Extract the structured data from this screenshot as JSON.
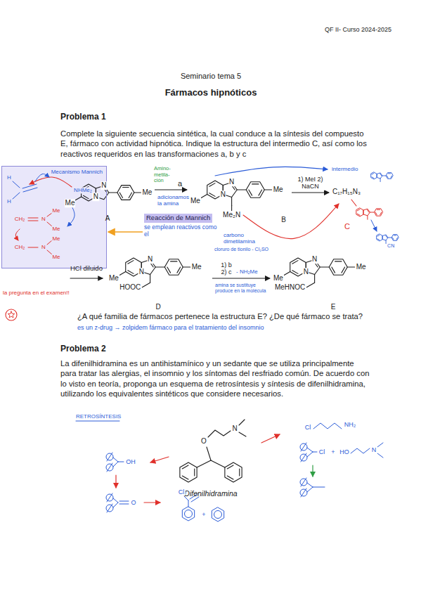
{
  "diagram": {
    "nodes": [
      {
        "text": [
          "Mecanismo Mannich"
        ]
      },
      {
        "text": [
          "A"
        ]
      },
      {
        "text": [
          "B"
        ]
      },
      {
        "text": [
          "C₁₇H₁₅N₃"
        ]
      },
      {
        "text": [
          "Reacción de Mannich",
          "se emplean reactivos como el"
        ]
      },
      {
        "text": [
          "D"
        ]
      },
      {
        "text": [
          "E"
        ]
      }
    ],
    "edges": [
      {
        "from": 1,
        "to": 2,
        "label": "a",
        "arrow": "to"
      },
      {
        "from": 2,
        "to": 3,
        "label": "1) MeI 2) NaCN",
        "arrow": "to"
      },
      {
        "from": 5,
        "to": 6,
        "label": "1) b 2) c",
        "arrow": "to"
      },
      {
        "from": 4,
        "to": 0,
        "arrow": "to"
      }
    ],
    "labels": [
      "QF II- Curso 2024-2025",
      "Seminario tema 5",
      "Fármacos hipnóticos",
      "Problema 1",
      "Complete la siguiente secuencia sintética, la cual conduce a la síntesis del compuesto E, fármaco con actividad hipnótica. Indique la estructura del intermedio C, así como los reactivos requeridos en las transformaciones a, b y c",
      "H",
      "H",
      "NHMe₂",
      "CH₂",
      "Me",
      "N",
      "Me",
      "CH₂",
      "N",
      "Me",
      "Me",
      "Amino-metila-ción",
      "adicionamos la amina",
      "intermedio",
      "Me",
      "N",
      "N",
      "Me",
      "Me",
      "N",
      "N",
      "Me",
      "Me₂N",
      "carbono dimetilamina",
      "C",
      "CN",
      "HCl diluido",
      "Me",
      "N",
      "N",
      "Me",
      "HOOC",
      "cloruro de tionilo - Cl₂SO",
      "- NH₂Me",
      "amina se sustituye produce en la molécula",
      "Me",
      "N",
      "N",
      "Me",
      "MeHNOC",
      "la pregunta en el examen!!",
      "¿A qué familia de fármacos pertenece la estructura E? ¿De qué fármaco se trata?",
      "es un z-drug → zolpidem fármaco para el tratamiento del insomnio",
      "Problema 2",
      "La difenilhidramina es un antihistamínico y un sedante que se utiliza principalmente para tratar las alergias, el insomnio y los síntomas del resfriado común. De acuerdo con lo visto en teoría, proponga un esquema de retrosíntesis y síntesis de difenilhidramina, utilizando los equivalentes sintéticos que considere necesarios.",
      "RETROSÍNTESIS",
      "O",
      "N",
      "Difenilhidramina",
      "Cl",
      "NH₂",
      "Cl",
      "+",
      "HO",
      "N",
      "OH",
      "O",
      "Cl",
      "+"
    ]
  }
}
